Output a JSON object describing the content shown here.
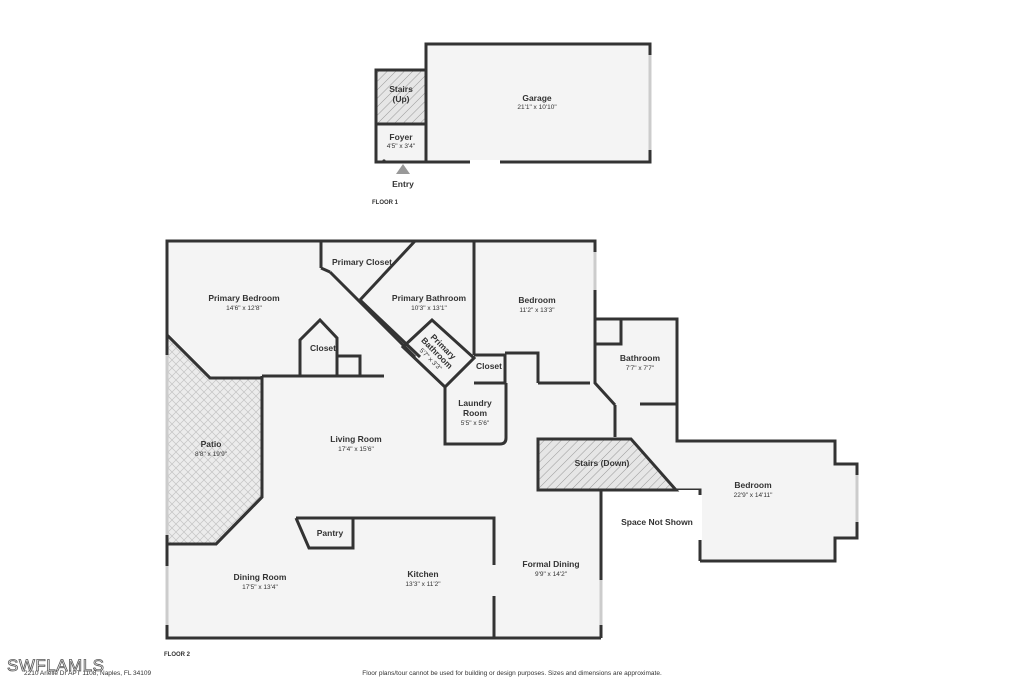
{
  "floors": [
    {
      "label": "FLOOR 1"
    },
    {
      "label": "FLOOR 2"
    }
  ],
  "rooms": {
    "garage": {
      "name": "Garage",
      "dims": "21'1\" x 10'10\""
    },
    "stairs_up": {
      "name": "Stairs",
      "name2": "(Up)"
    },
    "foyer": {
      "name": "Foyer",
      "dims": "4'5\" x 3'4\""
    },
    "entry": {
      "name": "Entry"
    },
    "primary_closet": {
      "name": "Primary Closet"
    },
    "primary_bedroom": {
      "name": "Primary Bedroom",
      "dims": "14'6\" x 12'8\""
    },
    "primary_bathroom": {
      "name": "Primary Bathroom",
      "dims": "10'3\" x 13'1\""
    },
    "primary_bathroom_small": {
      "name": "Primary",
      "name2": "Bathroom",
      "dims": "5'7\" x 3'3\""
    },
    "closet_left": {
      "name": "Closet"
    },
    "closet_mid": {
      "name": "Closet"
    },
    "bedroom_top": {
      "name": "Bedroom",
      "dims": "11'2\" x 13'3\""
    },
    "bathroom": {
      "name": "Bathroom",
      "dims": "7'7\" x 7'7\""
    },
    "laundry": {
      "name": "Laundry",
      "name2": "Room",
      "dims": "5'5\" x 5'6\""
    },
    "patio": {
      "name": "Patio",
      "dims": "8'8\" x 19'9\""
    },
    "living_room": {
      "name": "Living Room",
      "dims": "17'4\" x 15'6\""
    },
    "stairs_down": {
      "name": "Stairs (Down)"
    },
    "bedroom_right": {
      "name": "Bedroom",
      "dims": "22'9\" x 14'11\""
    },
    "space_not_shown": {
      "name": "Space Not Shown"
    },
    "pantry": {
      "name": "Pantry"
    },
    "dining_room": {
      "name": "Dining Room",
      "dims": "17'5\" x 13'4\""
    },
    "kitchen": {
      "name": "Kitchen",
      "dims": "13'3\" x 11'2\""
    },
    "formal_dining": {
      "name": "Formal Dining",
      "dims": "9'9\" x 14'2\""
    }
  },
  "footer": {
    "address": "2210 Arielle Dr APT 1108, Naples, FL 34109",
    "disclaimer": "Floor plans/tour cannot be used for building or design purposes. Sizes and dimensions are approximate."
  },
  "watermark": "SWFLAMLS"
}
